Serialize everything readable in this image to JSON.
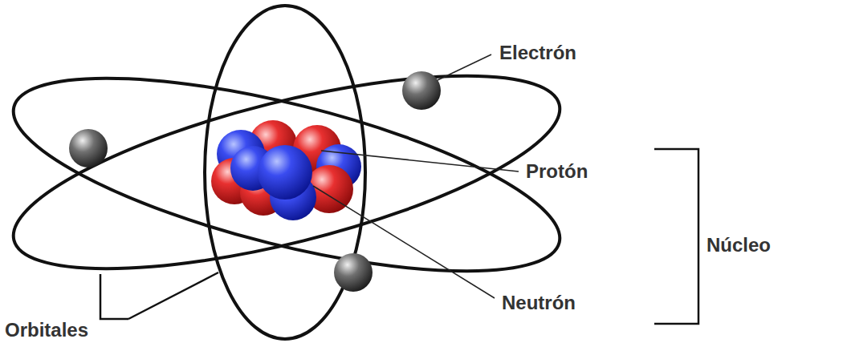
{
  "diagram": {
    "labels": [
      "Electrón",
      "Protón",
      "Núcleo",
      "Neutrón",
      "Orbitales"
    ]
  }
}
